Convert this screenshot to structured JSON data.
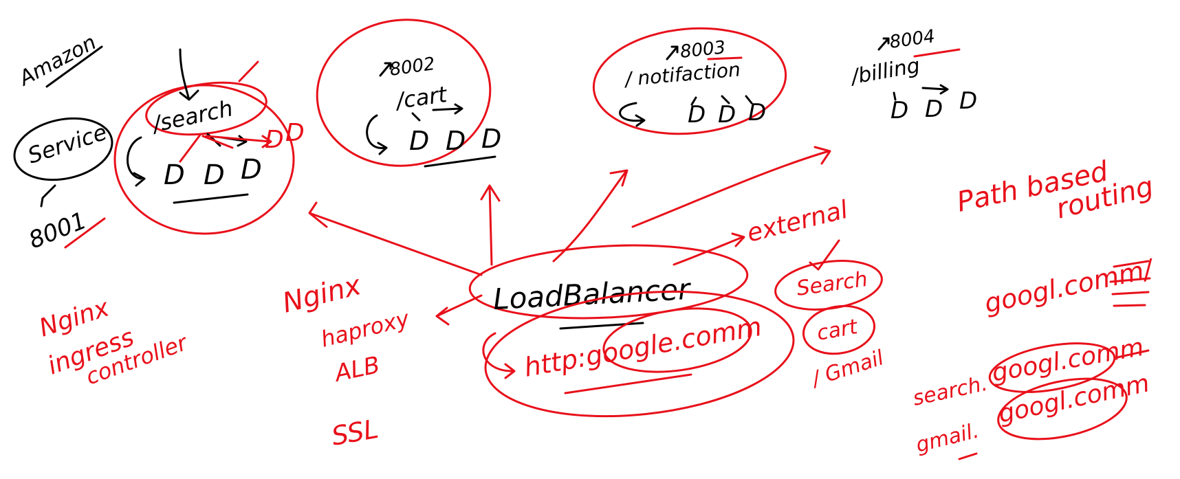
{
  "colors": {
    "ink_black": "#000000",
    "ink_red": "#e8101a",
    "background": "#ffffff"
  },
  "labels": {
    "amazon": "Amazon",
    "service": "Service",
    "port_service": "8001",
    "search_path": "/search",
    "cart_port": "8002",
    "cart_path": "/cart",
    "notification_port": "8003",
    "notification_path": "/ notifaction",
    "billing_port": "8004",
    "billing_path": "/billing",
    "pod": "D",
    "load_balancer": "LoadBalancer",
    "external": "external",
    "url": "http:google.comm",
    "path_based_routing_line1": "Path based",
    "path_based_routing_line2": "routing",
    "nginx_ingress_line1": "Nginx",
    "nginx_ingress_line2": "ingress",
    "nginx_ingress_line3": "controller",
    "proxy_nginx": "Nginx",
    "proxy_haproxy": "haproxy",
    "proxy_alb": "ALB",
    "proxy_ssl": "SSL",
    "route_search": "Search",
    "route_cart": "cart",
    "route_gmail": "/ Gmail",
    "domain_root": "googl.comm/",
    "domain_search_prefix": "search.",
    "domain_search": "googl.comm",
    "domain_gmail_prefix": "gmail.",
    "domain_gmail": "googl.comm"
  }
}
